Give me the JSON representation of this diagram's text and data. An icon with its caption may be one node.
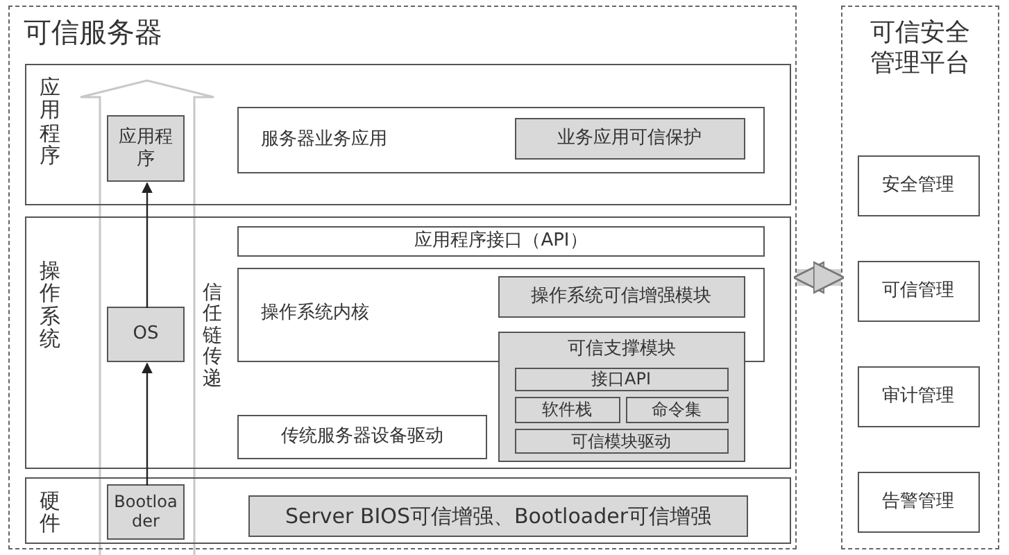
{
  "diagram": {
    "nodes": [
      {
        "text": [
          "可信服务器"
        ]
      },
      {
        "text": [
          "应用程序"
        ],
        "in": 0
      },
      {
        "text": [
          "应用程序"
        ],
        "in": 1
      },
      {
        "text": [
          "服务器业务应用"
        ],
        "in": 1
      },
      {
        "text": [
          "业务应用可信保护"
        ],
        "in": 3
      },
      {
        "text": [
          "操作系统"
        ],
        "in": 0
      },
      {
        "text": [
          "OS"
        ],
        "in": 5
      },
      {
        "text": [
          "应用程序接口（API）"
        ],
        "in": 5
      },
      {
        "text": [
          "操作系统内核"
        ],
        "in": 5
      },
      {
        "text": [
          "操作系统可信增强模块"
        ],
        "in": 8
      },
      {
        "text": [
          "可信支撑模块"
        ],
        "in": 5
      },
      {
        "text": [
          "接口API"
        ],
        "in": 10
      },
      {
        "text": [
          "软件栈"
        ],
        "in": 10
      },
      {
        "text": [
          "命令集"
        ],
        "in": 10
      },
      {
        "text": [
          "可信模块驱动"
        ],
        "in": 10
      },
      {
        "text": [
          "传统服务器设备驱动"
        ],
        "in": 5
      },
      {
        "text": [
          "硬件"
        ],
        "in": 0
      },
      {
        "text": [
          "Bootloader"
        ],
        "in": 16
      },
      {
        "text": [
          "Server BIOS可信增强、Bootloader可信增强"
        ],
        "in": 16
      },
      {
        "text": [
          "可信安全管理平台"
        ]
      },
      {
        "text": [
          "安全管理"
        ],
        "in": 19
      },
      {
        "text": [
          "可信管理"
        ],
        "in": 19
      },
      {
        "text": [
          "审计管理"
        ],
        "in": 19
      },
      {
        "text": [
          "告警管理"
        ],
        "in": 19
      }
    ],
    "edges": [
      {
        "from": 17,
        "to": 6,
        "arrow": "to"
      },
      {
        "from": 6,
        "to": 2,
        "arrow": "to"
      },
      {
        "from": 0,
        "to": 19,
        "arrow": "both",
        "style": "thick",
        "color": "#d0d0d0"
      }
    ],
    "labels": [
      "信任链传递"
    ]
  }
}
